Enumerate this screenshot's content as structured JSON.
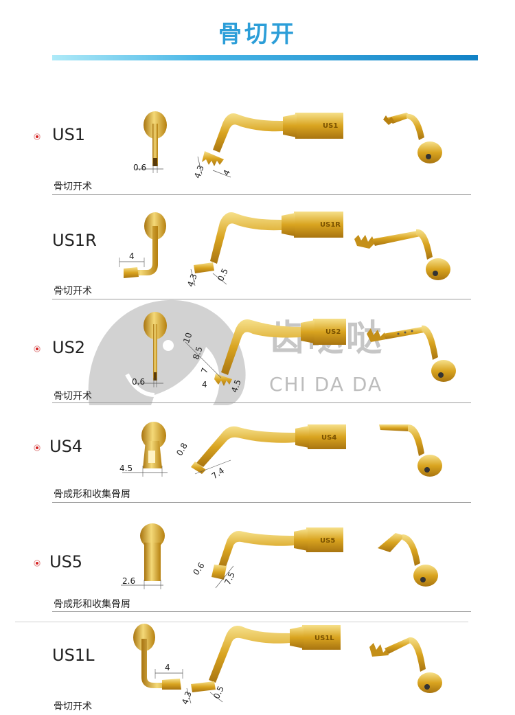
{
  "title": "骨切开",
  "watermark": {
    "cn": "齿哒哒",
    "en": "CHI DA DA"
  },
  "tips": [
    {
      "code": "US1",
      "desc": "骨切开术",
      "dims": [
        "0.6",
        "4.3",
        "4"
      ],
      "label": "US1"
    },
    {
      "code": "US1R",
      "desc": "骨切开术",
      "dims": [
        "4",
        "4.3",
        "0.5"
      ],
      "label": "US1R"
    },
    {
      "code": "US2",
      "desc": "骨切开术",
      "dims": [
        "0.6",
        "10",
        "8.5",
        "7",
        "4",
        "4.5"
      ],
      "label": "US2"
    },
    {
      "code": "US4",
      "desc": "骨成形和收集骨屑",
      "dims": [
        "4.5",
        "0.8",
        "7.4"
      ],
      "label": "US4"
    },
    {
      "code": "US5",
      "desc": "骨成形和收集骨屑",
      "dims": [
        "2.6",
        "0.6",
        "7.5"
      ],
      "label": "US5"
    },
    {
      "code": "US1L",
      "desc": "骨切开术",
      "dims": [
        "4",
        "4.3",
        "0.5"
      ],
      "label": "US1L"
    }
  ]
}
